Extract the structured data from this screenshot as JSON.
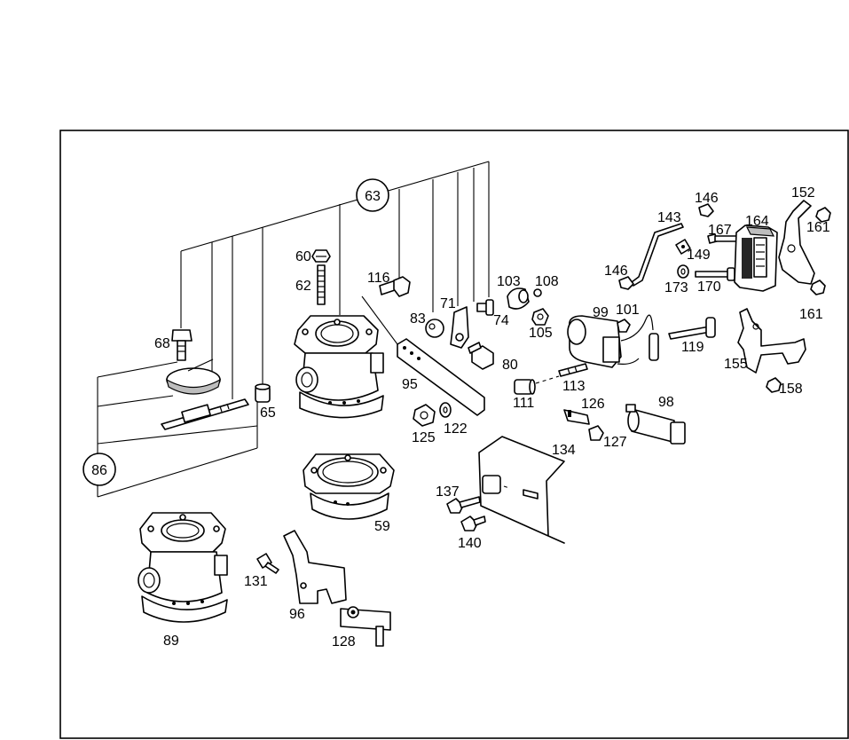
{
  "diagram": {
    "callouts": [
      {
        "key": "c63",
        "text": "63"
      },
      {
        "key": "c86",
        "text": "86"
      }
    ],
    "labels": [
      {
        "key": "l60",
        "text": "60"
      },
      {
        "key": "l62",
        "text": "62"
      },
      {
        "key": "l68",
        "text": "68"
      },
      {
        "key": "l65",
        "text": "65"
      },
      {
        "key": "l116",
        "text": "116"
      },
      {
        "key": "l83",
        "text": "83"
      },
      {
        "key": "l71",
        "text": "71"
      },
      {
        "key": "l74",
        "text": "74"
      },
      {
        "key": "l80",
        "text": "80"
      },
      {
        "key": "l95",
        "text": "95"
      },
      {
        "key": "l103",
        "text": "103"
      },
      {
        "key": "l108",
        "text": "108"
      },
      {
        "key": "l105",
        "text": "105"
      },
      {
        "key": "l99",
        "text": "99"
      },
      {
        "key": "l101",
        "text": "101"
      },
      {
        "key": "l119",
        "text": "119"
      },
      {
        "key": "l113",
        "text": "113"
      },
      {
        "key": "l111",
        "text": "111"
      },
      {
        "key": "l125",
        "text": "125"
      },
      {
        "key": "l122",
        "text": "122"
      },
      {
        "key": "l126",
        "text": "126"
      },
      {
        "key": "l127",
        "text": "127"
      },
      {
        "key": "l98",
        "text": "98"
      },
      {
        "key": "l134",
        "text": "134"
      },
      {
        "key": "l137",
        "text": "137"
      },
      {
        "key": "l140",
        "text": "140"
      },
      {
        "key": "l59",
        "text": "59"
      },
      {
        "key": "l89",
        "text": "89"
      },
      {
        "key": "l131",
        "text": "131"
      },
      {
        "key": "l96",
        "text": "96"
      },
      {
        "key": "l128",
        "text": "128"
      },
      {
        "key": "l143",
        "text": "143"
      },
      {
        "key": "l146a",
        "text": "146"
      },
      {
        "key": "l146b",
        "text": "146"
      },
      {
        "key": "l167",
        "text": "167"
      },
      {
        "key": "l164",
        "text": "164"
      },
      {
        "key": "l149",
        "text": "149"
      },
      {
        "key": "l173",
        "text": "173"
      },
      {
        "key": "l170",
        "text": "170"
      },
      {
        "key": "l152",
        "text": "152"
      },
      {
        "key": "l161a",
        "text": "161"
      },
      {
        "key": "l161b",
        "text": "161"
      },
      {
        "key": "l155",
        "text": "155"
      },
      {
        "key": "l158",
        "text": "158"
      }
    ]
  }
}
